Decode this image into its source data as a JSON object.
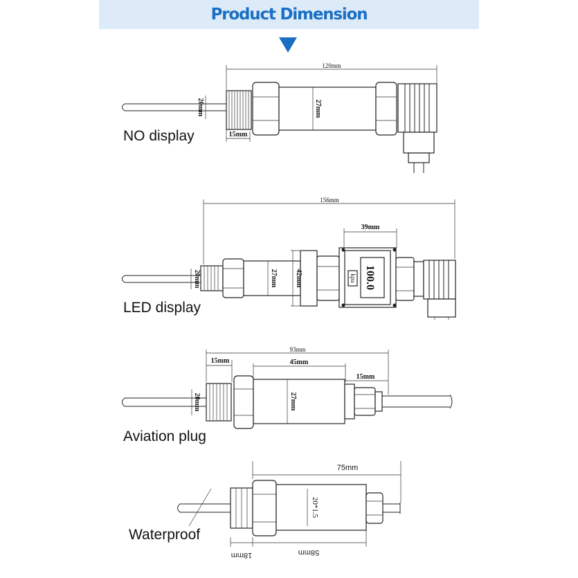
{
  "header": {
    "title": "Product Dimension"
  },
  "variants": [
    {
      "caption": "NO display",
      "dimensions": [
        "120mm",
        "20mm",
        "27mm",
        "15mm"
      ]
    },
    {
      "caption": "LED display",
      "dimensions": [
        "156mm",
        "39mm",
        "20mm",
        "27mm",
        "42mm"
      ],
      "display_reading": "100.0",
      "display_unit": "kpa"
    },
    {
      "caption": "Aviation plug",
      "dimensions": [
        "93mm",
        "15mm",
        "45mm",
        "15mm",
        "20mm",
        "27mm"
      ]
    },
    {
      "caption": "Waterproof",
      "dimensions": [
        "75mm",
        "20*1.5",
        "18mm",
        "58mm"
      ]
    }
  ]
}
